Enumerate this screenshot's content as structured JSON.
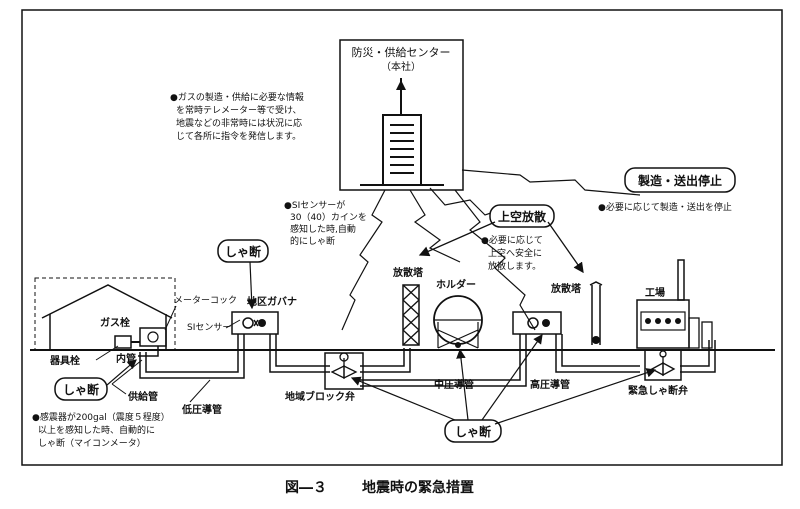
{
  "center": {
    "title": "防災・供給センター",
    "subtitle": "（本社）"
  },
  "notes": {
    "center_note": [
      "●ガスの製造・供給に必要な情報",
      "を常時テレメーター等で受け、",
      "地震などの非常時には状況に応",
      "じて各所に指令を発信します。"
    ],
    "si_note": [
      "●SIセンサーが",
      "30（40）カインを",
      "感知した時,自動",
      "的にしゃ断"
    ],
    "release_note": [
      "●必要に応じて",
      "上空へ安全に",
      "放散します。"
    ],
    "factory_note": "●必要に応じて製造・送出を停止",
    "meter_note": [
      "●感震器が200gal（震度５程度）",
      "以上を感知した時、自動的に",
      "しゃ断（マイコンメータ）"
    ]
  },
  "callouts": {
    "shutoff_governor": "しゃ断",
    "shutoff_house": "しゃ断",
    "shutoff_bottom": "しゃ断",
    "release": "上空放散",
    "stop": "製造・送出停止"
  },
  "labels": {
    "gas_tap": "ガス栓",
    "meter_cock": "メーターコック",
    "si_sensor": "SIセンサー",
    "governor": "地区ガバナ",
    "appliance_tap": "器具栓",
    "inner_pipe": "内管",
    "supply_pipe": "供給管",
    "low_pressure": "低圧導管",
    "block_valve": "地域ブロック弁",
    "mid_pressure": "中圧導管",
    "high_pressure": "高圧導管",
    "emergency_valve": "緊急しゃ断弁",
    "tower1": "放散塔",
    "tower2": "放散塔",
    "holder": "ホルダー",
    "factory": "工場"
  },
  "caption": {
    "number": "図―３",
    "title": "地震時の緊急措置"
  }
}
